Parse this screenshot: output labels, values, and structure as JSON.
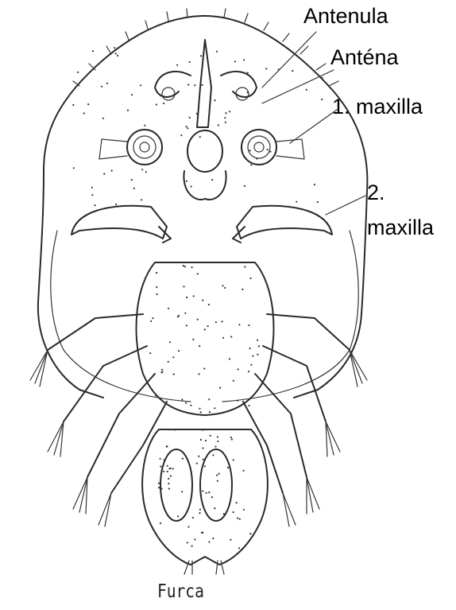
{
  "labels": {
    "antenula": "Antenula",
    "antena": "Anténa",
    "maxilla1": "1. maxilla",
    "maxilla2_line1": "2.",
    "maxilla2_line2": "maxilla",
    "furca": "Furca"
  },
  "colors": {
    "ink": "#2a2a2a",
    "label_text": "#000000",
    "background": "#ffffff"
  }
}
